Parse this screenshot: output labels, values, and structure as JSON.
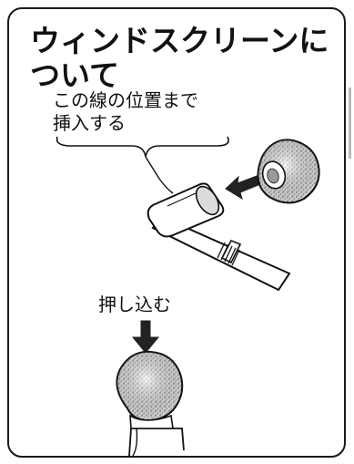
{
  "title": {
    "line1": "ウィンドスクリーンに",
    "line2": "ついて"
  },
  "instruction": {
    "line1": "この線の位置まで",
    "line2": "挿入する"
  },
  "push_label": "押し込む",
  "icons": [
    "microphone-illustration",
    "windscreen-foam",
    "arrow-left-icon",
    "arrow-down-icon"
  ],
  "colors": {
    "border": "#1a1a1a",
    "text": "#111111",
    "foam": "#e7e7e7"
  }
}
